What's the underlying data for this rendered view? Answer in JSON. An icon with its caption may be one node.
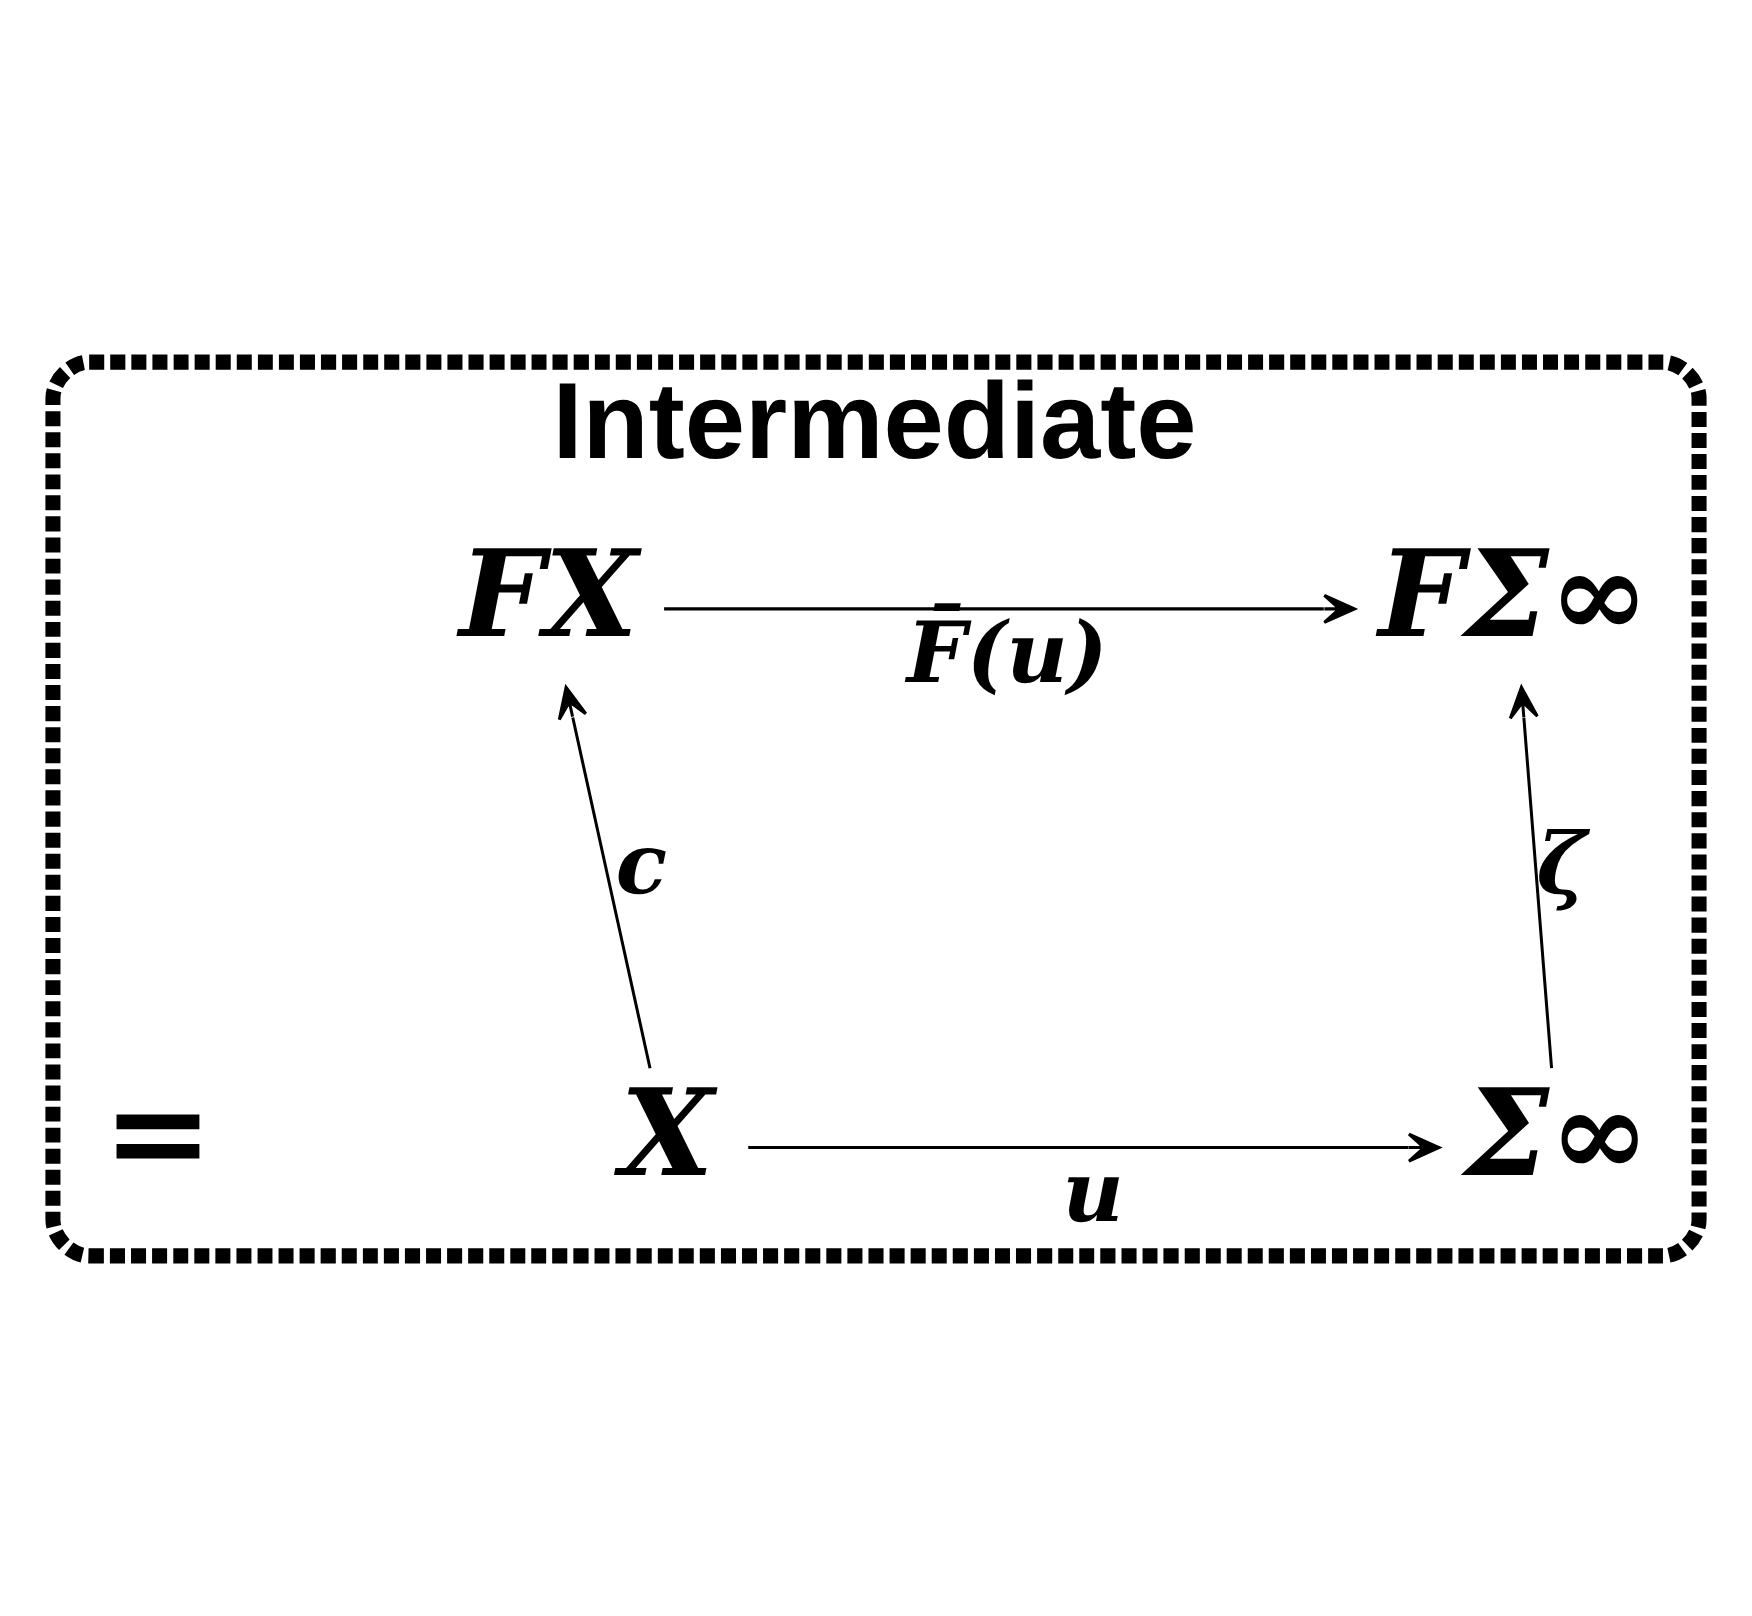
{
  "diagram": {
    "nodes": [
      {
        "text": [
          "Intermediate"
        ]
      },
      {
        "text": [
          "FX"
        ],
        "in": 0
      },
      {
        "text": [
          "FΣ∞"
        ],
        "in": 0
      },
      {
        "text": [
          "X"
        ],
        "in": 0
      },
      {
        "text": [
          "Σ∞"
        ],
        "in": 0
      }
    ],
    "edges": [
      {
        "from": 1,
        "to": 2,
        "arrow": "to",
        "label": "F̄(u)"
      },
      {
        "from": 3,
        "to": 4,
        "arrow": "to",
        "label": "u"
      },
      {
        "from": 3,
        "to": 1,
        "arrow": "to",
        "label": "c"
      },
      {
        "from": 4,
        "to": 2,
        "arrow": "to",
        "label": "ζ"
      }
    ],
    "labels": [
      "="
    ]
  }
}
